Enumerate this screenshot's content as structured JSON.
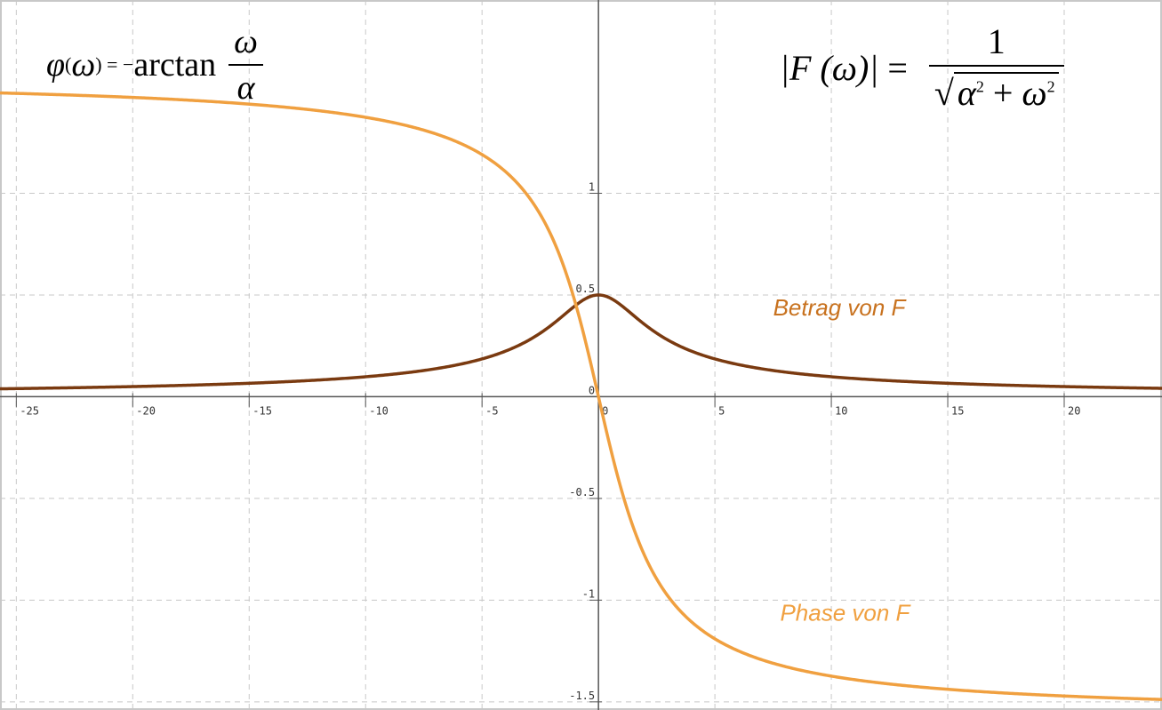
{
  "chart_data": {
    "type": "line",
    "xlim": [
      -25.7,
      24.2
    ],
    "ylim": [
      -1.54,
      1.95
    ],
    "x_ticks": [
      -25,
      -20,
      -15,
      -10,
      -5,
      0,
      5,
      10,
      15,
      20
    ],
    "x_tick_labels": [
      "-25",
      "-20",
      "-15",
      "-10",
      "-5",
      "0",
      "5",
      "10",
      "15",
      "20"
    ],
    "y_ticks": [
      -1.5,
      -1,
      -0.5,
      0,
      0.5,
      1
    ],
    "y_tick_labels": [
      "-1.5",
      "-1",
      "-0.5",
      "0",
      "0.5",
      "1"
    ],
    "grid": true,
    "series": [
      {
        "name": "Betrag von F",
        "color": "#7a3a10",
        "alpha": 2,
        "x": [
          -25.7,
          -20,
          -15,
          -10,
          -7,
          -5,
          -4,
          -3,
          -2,
          -1.5,
          -1,
          -0.5,
          0,
          0.5,
          1,
          1.5,
          2,
          3,
          4,
          5,
          7,
          10,
          15,
          20,
          24.2
        ],
        "y": [
          0.039,
          0.05,
          0.066,
          0.098,
          0.137,
          0.186,
          0.224,
          0.277,
          0.354,
          0.4,
          0.447,
          0.485,
          0.5,
          0.485,
          0.447,
          0.4,
          0.354,
          0.277,
          0.224,
          0.186,
          0.137,
          0.098,
          0.066,
          0.05,
          0.041
        ]
      },
      {
        "name": "Phase von F",
        "color": "#f0a040",
        "alpha": 2,
        "x": [
          -25.7,
          -20,
          -15,
          -10,
          -7,
          -5,
          -4,
          -3,
          -2,
          -1.5,
          -1,
          -0.5,
          0,
          0.5,
          1,
          1.5,
          2,
          3,
          4,
          5,
          7,
          10,
          15,
          20,
          24.2
        ],
        "y": [
          1.493,
          1.471,
          1.438,
          1.373,
          1.292,
          1.19,
          1.107,
          0.983,
          0.785,
          0.644,
          0.464,
          0.245,
          0,
          -0.245,
          -0.464,
          -0.644,
          -0.785,
          -0.983,
          -1.107,
          -1.19,
          -1.292,
          -1.373,
          -1.438,
          -1.471,
          -1.488
        ]
      }
    ],
    "annotations": [
      {
        "text": "Betrag von F",
        "x": 7.5,
        "y": 0.4,
        "color": "#c8721f"
      },
      {
        "text": "Phase von F",
        "x": 7.8,
        "y": -1.1,
        "color": "#f0a040"
      }
    ]
  },
  "formulas": {
    "phase": {
      "lhs_symbol": "φ",
      "lhs_open": "(",
      "lhs_arg": "ω",
      "lhs_close": ")",
      "equals": " = −",
      "func": "arctan",
      "numerator": "ω",
      "denominator": "α"
    },
    "magnitude": {
      "lhs": "|F (ω)|",
      "equals": " = ",
      "numerator": "1",
      "radicand_a": "α",
      "exp_a": "2",
      "plus": " + ",
      "radicand_b": "ω",
      "exp_b": "2"
    }
  }
}
